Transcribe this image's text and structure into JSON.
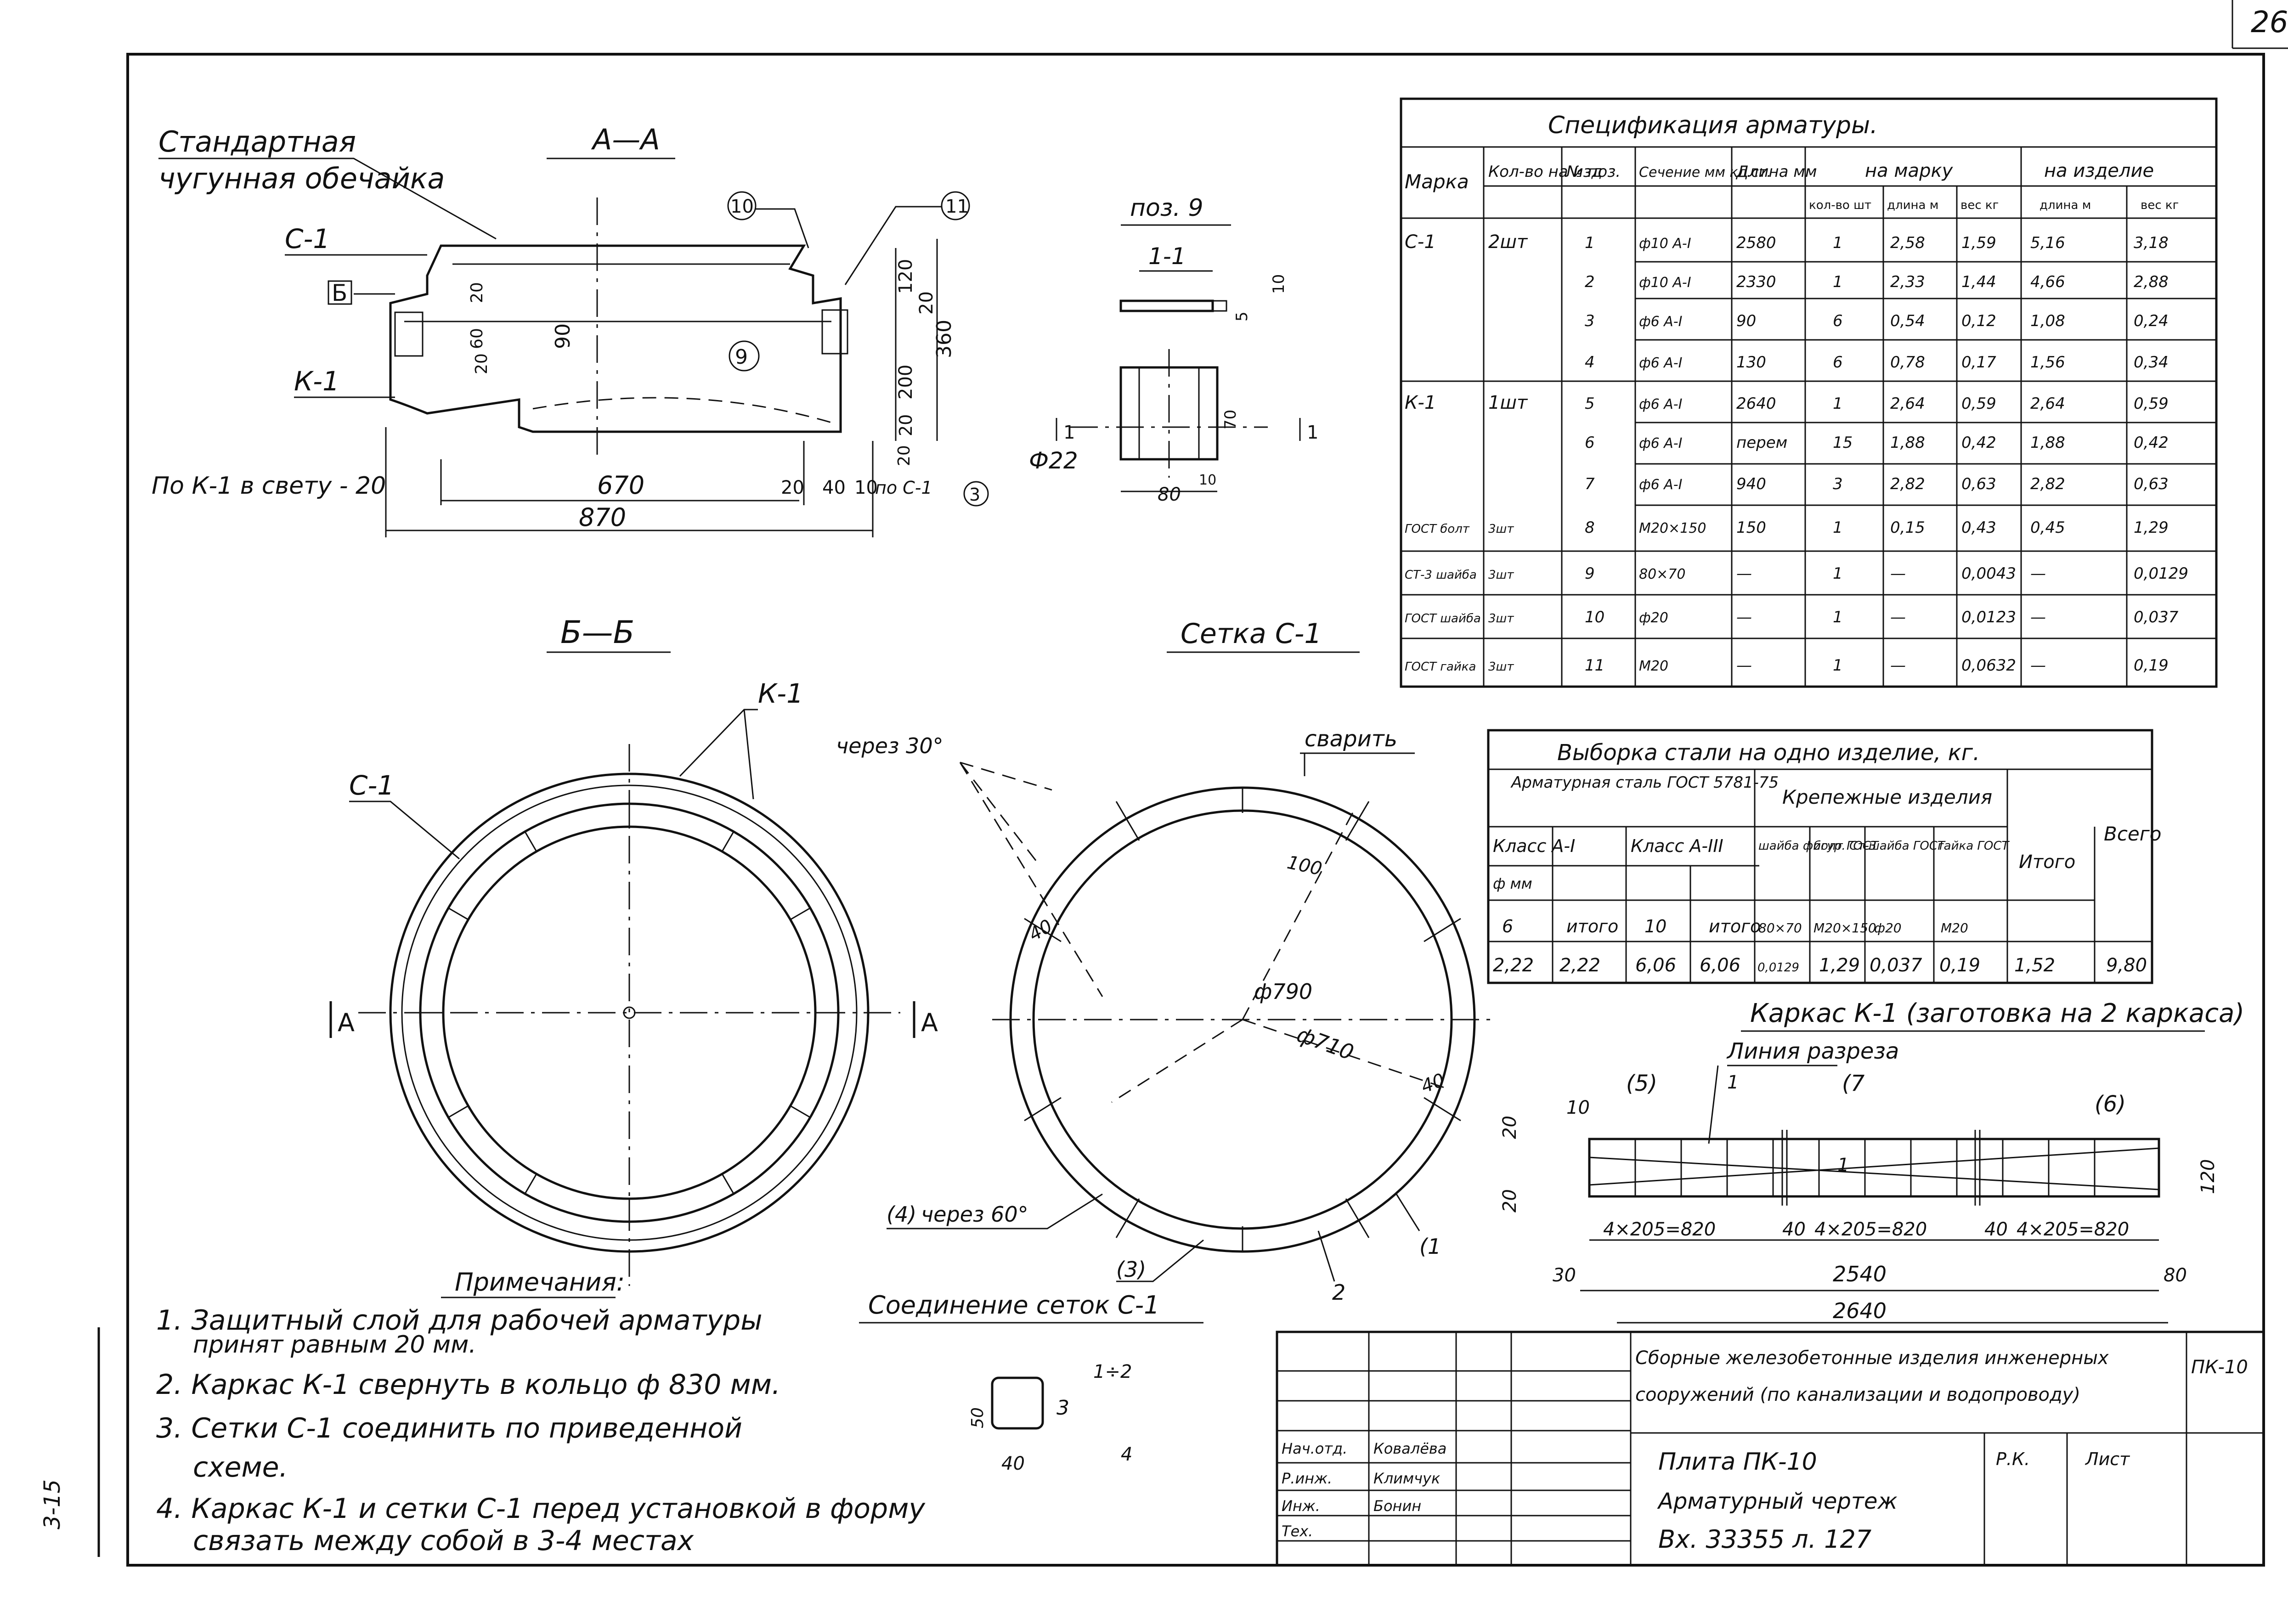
{
  "sheet_number": "26",
  "section_aa": {
    "title": "А—А",
    "callout_standard": "Стандартная",
    "callout_standard_2": "чугунная обечайка",
    "mark_c1": "С-1",
    "mark_b": "Б",
    "mark_k1": "К-1",
    "pos_9": "9",
    "pos_10": "10",
    "pos_11": "11",
    "pos_3": "3",
    "dims": {
      "d120": "120",
      "d20a": "20",
      "d360": "360",
      "d200": "200",
      "d20b": "20",
      "d90": "90",
      "d20c": "20",
      "d60": "60",
      "d20d": "20",
      "d20e": "20",
      "w670": "670",
      "w20": "20",
      "w40": "40",
      "w10": "10",
      "w870": "870"
    },
    "note_c1": "по С-1",
    "note_k1": "По К-1 в свету - 20"
  },
  "pos9_detail": {
    "title": "поз. 9",
    "section": "1-1",
    "d5": "5",
    "d10": "10",
    "d70": "70",
    "d80": "80",
    "d10b": "10",
    "phi": "Ф22",
    "cut_1a": "1",
    "cut_1b": "1"
  },
  "section_bb": {
    "title": "Б—Б",
    "mark_c1": "С-1",
    "mark_k1": "К-1",
    "cut_a_left": "А",
    "cut_a_right": "А"
  },
  "mesh_c1": {
    "title": "Сетка С-1",
    "weld": "сварить",
    "every30": "через 30°",
    "every60": "через 60°",
    "d100": "100",
    "d40a": "40",
    "d40b": "40",
    "phi790": "ф790",
    "phi710": "ф710",
    "pos4": "(4)",
    "pos3": "(3)",
    "pos2": "2",
    "pos1": "(1"
  },
  "spec_table": {
    "title": "Спецификация арматуры.",
    "headers": [
      "Марка",
      "Кол-во на изд",
      "№ поз.",
      "Сечение мм кл.ст.",
      "Длина мм",
      "на марку",
      "на изделие"
    ],
    "sub_on_mark": [
      "кол-во шт",
      "длина м",
      "вес кг"
    ],
    "sub_on_item": [
      "длина м",
      "вес кг"
    ],
    "rows": [
      [
        "С-1",
        "2шт",
        "1",
        "ф10 А-I",
        "2580",
        "1",
        "2,58",
        "1,59",
        "5,16",
        "3,18"
      ],
      [
        "",
        "",
        "2",
        "ф10 А-I",
        "2330",
        "1",
        "2,33",
        "1,44",
        "4,66",
        "2,88"
      ],
      [
        "",
        "",
        "3",
        "ф6 А-I",
        "90",
        "6",
        "0,54",
        "0,12",
        "1,08",
        "0,24"
      ],
      [
        "",
        "",
        "4",
        "ф6 А-I",
        "130",
        "6",
        "0,78",
        "0,17",
        "1,56",
        "0,34"
      ],
      [
        "К-1",
        "1шт",
        "5",
        "ф6 А-I",
        "2640",
        "1",
        "2,64",
        "0,59",
        "2,64",
        "0,59"
      ],
      [
        "",
        "",
        "6",
        "ф6 А-I",
        "перем",
        "15",
        "1,88",
        "0,42",
        "1,88",
        "0,42"
      ],
      [
        "",
        "",
        "7",
        "ф6 А-I",
        "940",
        "3",
        "2,82",
        "0,63",
        "2,82",
        "0,63"
      ],
      [
        "ГОСТ болт",
        "3шт",
        "8",
        "М20×150",
        "150",
        "1",
        "0,15",
        "0,43",
        "0,45",
        "1,29"
      ],
      [
        "СТ-3 шайба",
        "3шт",
        "9",
        "80×70",
        "—",
        "1",
        "—",
        "0,0043",
        "—",
        "0,0129"
      ],
      [
        "ГОСТ шайба",
        "3шт",
        "10",
        "ф20",
        "—",
        "1",
        "—",
        "0,0123",
        "—",
        "0,037"
      ],
      [
        "ГОСТ гайка",
        "3шт",
        "11",
        "М20",
        "—",
        "1",
        "—",
        "0,0632",
        "—",
        "0,19"
      ]
    ]
  },
  "steel_table": {
    "title": "Выборка стали на одно изделие, кг.",
    "h_rebar": "Арматурная сталь ГОСТ 5781-75",
    "h_fasteners": "Крепежные изделия",
    "h_total": "Всего",
    "class_a1": "Класс А-I",
    "class_a3": "Класс А-III",
    "h_itogo": "Итого",
    "h_phi_mm": "ф мм",
    "h_washer": "шайба фигур. Ст-3",
    "h_bolt": "болт ГОСТ",
    "h_washer2": "шайба ГОСТ",
    "h_nut": "гайка ГОСТ",
    "row_sizes": [
      "6",
      "итого",
      "10",
      "итого",
      "80×70",
      "М20×150",
      "ф20",
      "М20"
    ],
    "row_values": [
      "2,22",
      "2,22",
      "6,06",
      "6,06",
      "0,0129",
      "1,29",
      "0,037",
      "0,19",
      "1,52",
      "9,80"
    ]
  },
  "frame_k1": {
    "title": "Каркас К-1 (заготовка на 2 каркаса)",
    "cut_line": "Линия разреза",
    "pos5": "(5)",
    "pos7": "(7",
    "pos6": "(6)",
    "d10": "10",
    "d20a": "20",
    "d20b": "20",
    "d120": "120",
    "seg1": "4×205=820",
    "gap40a": "40",
    "seg2": "4×205=820",
    "gap40b": "40",
    "seg3": "4×205=820",
    "d30": "30",
    "d2540": "2540",
    "d80": "80",
    "d2640": "2640",
    "pos1": "1",
    "pos1b": "1"
  },
  "notes": {
    "title": "Примечания:",
    "n1": "1. Защитный слой для рабочей арматуры",
    "n1b": "принят равным 20 мм.",
    "n2": "2. Каркас К-1 свернуть в кольцо ф 830 мм.",
    "n3": "3. Сетки С-1 соединить по приведенной",
    "n3b": "схеме.",
    "n4": "4. Каркас К-1 и сетки С-1 перед установкой в форму",
    "n4b": "связать между собой в 3-4 местах"
  },
  "joint_c1": {
    "title": "Соединение сеток С-1",
    "d50": "50",
    "d40": "40",
    "p3": "3",
    "p4": "4",
    "p12": "1÷2"
  },
  "title_block": {
    "row1": "Сборные железобетонные изделия инженерных",
    "row2": "сооружений (по канализации и водопроводу)",
    "drawing_name": "Плита ПК-10",
    "drawing_sub": "Арматурный чертеж",
    "stamp": "Вх. 33355 л. 127",
    "left_col": [
      "Нач.отд.",
      "Р.инж.",
      "Инж.",
      "Тех."
    ],
    "names": [
      "Ковалёва",
      "Климчук",
      "Бонин",
      ""
    ],
    "sheet_label": "Лист",
    "stage": "Р.К.",
    "code": "ПК-10"
  },
  "margin_note": "3-15"
}
